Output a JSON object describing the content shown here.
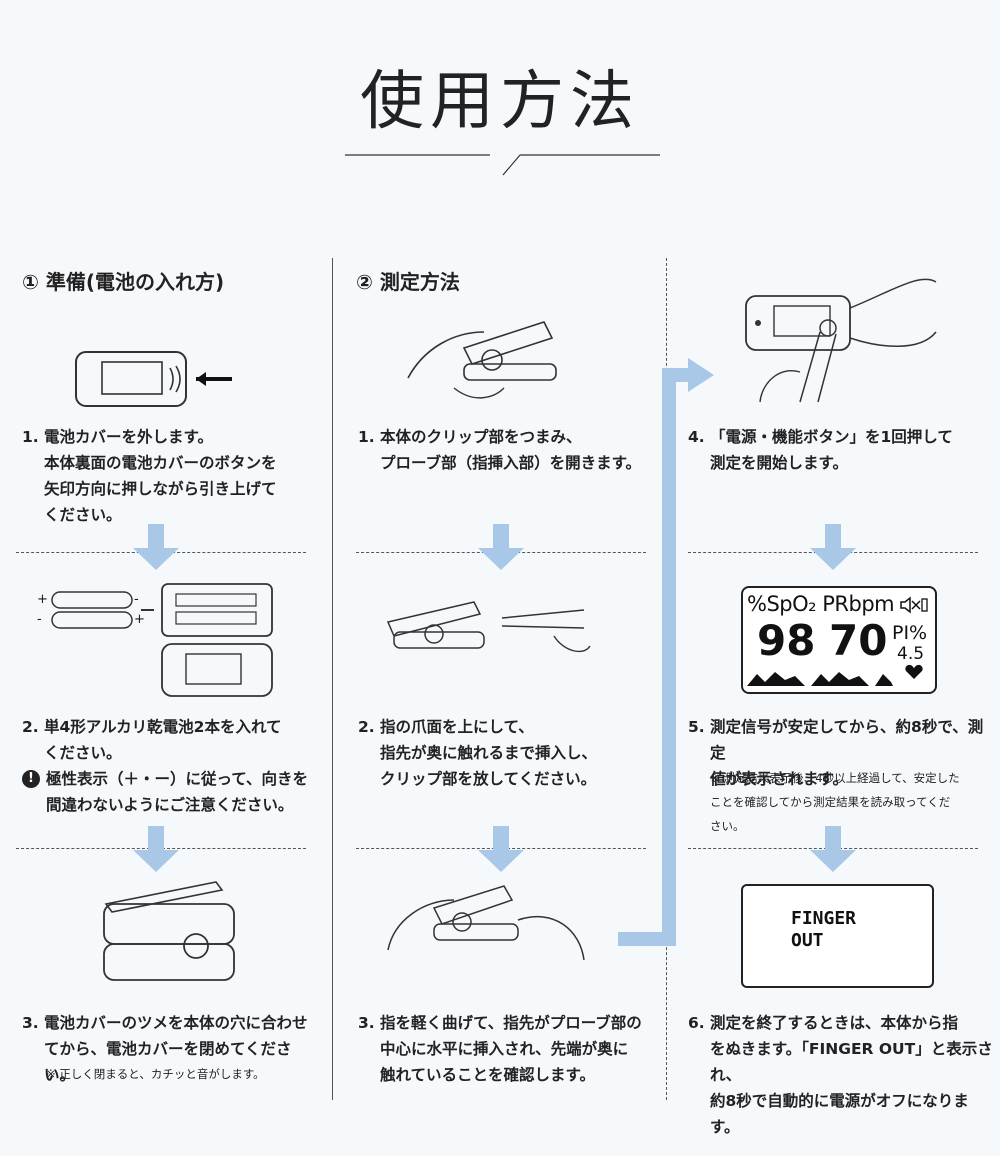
{
  "page_title": "使用方法",
  "sections": {
    "prep": {
      "title": "① 準備(電池の入れ方)"
    },
    "measure": {
      "title": "② 測定方法"
    }
  },
  "col1": {
    "step1": {
      "num": "1.",
      "text": "電池カバーを外します。\n本体裏面の電池カバーのボタンを\n矢印方向に押しながら引き上げて\nください。"
    },
    "step2": {
      "num": "2.",
      "text": "単4形アルカリ乾電池2本を入れて\nください。"
    },
    "warn": {
      "icon": "!",
      "text": "極性表示（＋・ー）に従って、向きを\n間違わないようにご注意ください。"
    },
    "step3": {
      "num": "3.",
      "text": "電池カバーのツメを本体の穴に合わせ\nてから、電池カバーを閉めてください。"
    },
    "note3": "※ 正しく閉まると、カチッと音がします。",
    "battery_plus": "+",
    "battery_minus": "-"
  },
  "col2": {
    "step1": {
      "num": "1.",
      "text": "本体のクリップ部をつまみ、\nプローブ部（指挿入部）を開きます。"
    },
    "step2": {
      "num": "2.",
      "text": "指の爪面を上にして、\n指先が奥に触れるまで挿入し、\nクリップ部を放してください。"
    },
    "step3": {
      "num": "3.",
      "text": "指を軽く曲げて、指先がプローブ部の\n中心に水平に挿入され、先端が奥に\n触れていることを確認します。"
    }
  },
  "col3": {
    "step4": {
      "num": "4.",
      "text": "「電源・機能ボタン」を1回押して\n測定を開始します。"
    },
    "step5": {
      "num": "5.",
      "text": "測定信号が安定してから、約8秒で、測定\n値が表示されます。"
    },
    "note5": "※ 測定結果表示後、4秒以上経過して、安定した\nことを確認してから測定結果を読み取ってくだ\nさい。",
    "step6": {
      "num": "6.",
      "text": "測定を終了するときは、本体から指\nをぬきます。「FINGER OUT」と表示され、\n約8秒で自動的に電源がオフになります。"
    },
    "display": {
      "header": "%SpO₂ PRbpm",
      "spo2": "98",
      "pr": "70",
      "pi_label": "PI%",
      "pi_value": "4.5"
    },
    "finger_out": "FINGER\nOUT"
  },
  "colors": {
    "arrow": "#a9c8e8",
    "background": "#f5f9fc",
    "text": "#222222"
  },
  "icons": [
    "mute-icon",
    "battery-icon",
    "heart-icon",
    "exclamation-icon",
    "arrow-down-icon"
  ]
}
